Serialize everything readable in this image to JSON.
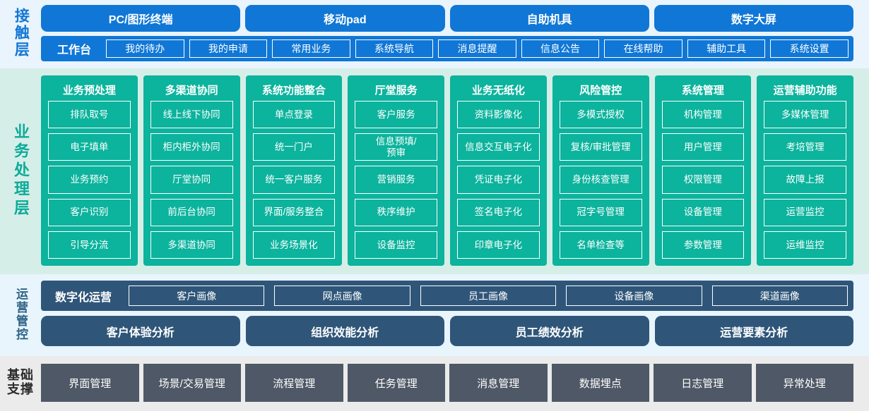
{
  "layers": {
    "contact": {
      "label": "接触层",
      "channels": [
        "PC/图形终端",
        "移动pad",
        "自助机具",
        "数字大屏"
      ],
      "workbench_title": "工作台",
      "workbench_items": [
        "我的待办",
        "我的申请",
        "常用业务",
        "系统导航",
        "消息提醒",
        "信息公告",
        "在线帮助",
        "辅助工具",
        "系统设置"
      ],
      "accent_color": "#1077d6",
      "band_color": "#e9f4fd"
    },
    "business": {
      "label": "业务处理层",
      "accent_color": "#0cb39d",
      "band_color": "#d6eee8",
      "columns": [
        {
          "title": "业务预处理",
          "items": [
            "排队取号",
            "电子填单",
            "业务预约",
            "客户识别",
            "引导分流"
          ]
        },
        {
          "title": "多渠道协同",
          "items": [
            "线上线下协同",
            "柜内柜外协同",
            "厅堂协同",
            "前后台协同",
            "多渠道协同"
          ]
        },
        {
          "title": "系统功能整合",
          "items": [
            "单点登录",
            "统一门户",
            "统一客户服务",
            "界面/服务整合",
            "业务场景化"
          ]
        },
        {
          "title": "厅堂服务",
          "items": [
            "客户服务",
            "信息预填/\n预审",
            "营销服务",
            "秩序维护",
            "设备监控"
          ]
        },
        {
          "title": "业务无纸化",
          "items": [
            "资料影像化",
            "信息交互电子化",
            "凭证电子化",
            "签名电子化",
            "印章电子化"
          ]
        },
        {
          "title": "风险管控",
          "items": [
            "多模式授权",
            "复核/审批管理",
            "身份核查管理",
            "冠字号管理",
            "名单检查等"
          ]
        },
        {
          "title": "系统管理",
          "items": [
            "机构管理",
            "用户管理",
            "权限管理",
            "设备管理",
            "参数管理"
          ]
        },
        {
          "title": "运营辅助功能",
          "items": [
            "多媒体管理",
            "考培管理",
            "故障上报",
            "运营监控",
            "运维监控"
          ]
        }
      ]
    },
    "operations": {
      "label": "运营管控",
      "accent_color": "#2f5679",
      "band_color": "#e8f5fc",
      "portrait_title": "数字化运营",
      "portrait_items": [
        "客户画像",
        "网点画像",
        "员工画像",
        "设备画像",
        "渠道画像"
      ],
      "analysis_items": [
        "客户体验分析",
        "组织效能分析",
        "员工绩效分析",
        "运营要素分析"
      ]
    },
    "base": {
      "label_line1": "基础",
      "label_line2": "支撑",
      "accent_color": "#4f5866",
      "band_color": "#ebebeb",
      "items": [
        "界面管理",
        "场景/交易管理",
        "流程管理",
        "任务管理",
        "消息管理",
        "数据埋点",
        "日志管理",
        "异常处理"
      ]
    }
  }
}
